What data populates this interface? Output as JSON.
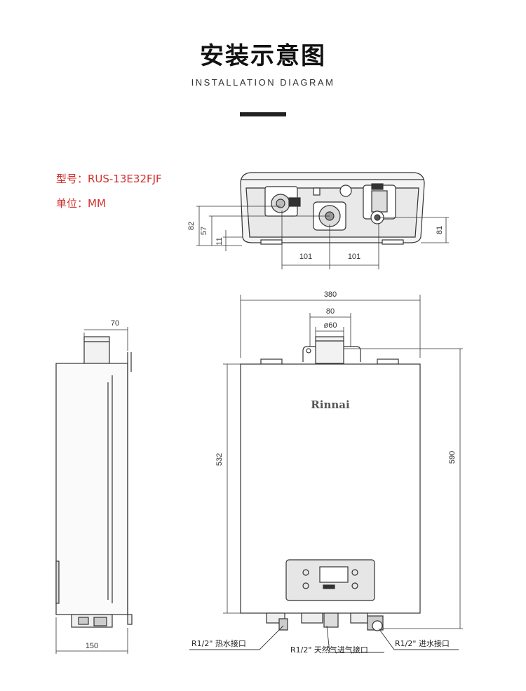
{
  "header": {
    "title": "安装示意图",
    "subtitle": "INSTALLATION DIAGRAM"
  },
  "specs": {
    "model": "型号：RUS-13E32FJF",
    "unit": "单位：MM"
  },
  "brand": "Rinnai",
  "dimensions": {
    "bottom_view": {
      "d82": "82",
      "d57": "57",
      "d11": "11",
      "d81": "81",
      "left101": "101",
      "right101": "101"
    },
    "front_view": {
      "width": "380",
      "flue_width": "80",
      "flue_dia": "ø60",
      "body_height": "532",
      "total_height": "590"
    },
    "side_view": {
      "flue_depth": "70",
      "depth": "150"
    }
  },
  "connections": {
    "hot_water": "R1/2\" 热水接口",
    "gas": "R1/2\" 天然气进气接口",
    "cold_water": "R1/2\" 进水接口"
  },
  "colors": {
    "accent": "#d0312d",
    "line": "#333333",
    "panel": "#e6e6e6"
  }
}
